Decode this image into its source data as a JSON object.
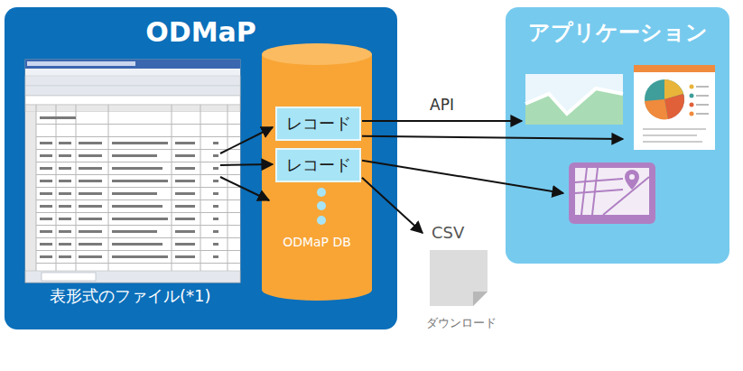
{
  "diagram": {
    "nodes": [
      {
        "text": [
          "ODMaP",
          "表形式のファイル(*1)"
        ]
      },
      {
        "text": [
          "ODMaP DB"
        ],
        "in": 0
      },
      {
        "text": [
          "レコード"
        ],
        "in": 1
      },
      {
        "text": [
          "レコード"
        ],
        "in": 1
      },
      {
        "text": [
          "アプリケーション"
        ]
      },
      {
        "text": [
          "CSV",
          "ダウンロード"
        ]
      }
    ],
    "edges": [
      {
        "from": 2,
        "to": 4,
        "arrow": "to",
        "label": "API"
      },
      {
        "from": 2,
        "to": 4,
        "arrow": "to"
      },
      {
        "from": 3,
        "to": 4,
        "arrow": "to"
      },
      {
        "from": 3,
        "to": 5,
        "arrow": "to"
      }
    ]
  }
}
